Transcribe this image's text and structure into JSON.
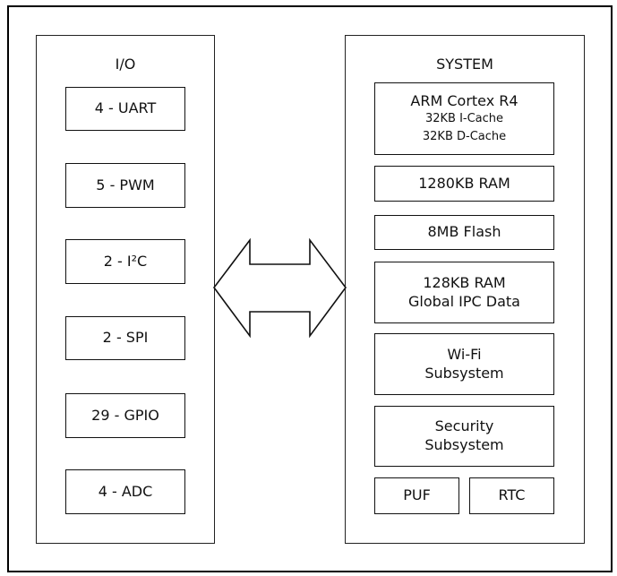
{
  "io": {
    "title": "I/O",
    "items": [
      {
        "label": "4 - UART"
      },
      {
        "label": "5 - PWM"
      },
      {
        "label": "2 - I²C"
      },
      {
        "label": "2 - SPI"
      },
      {
        "label": "29 - GPIO"
      },
      {
        "label": "4 - ADC"
      }
    ]
  },
  "system": {
    "title": "SYSTEM",
    "cpu": {
      "name": "ARM Cortex R4",
      "icache": "32KB I-Cache",
      "dcache": "32KB D-Cache"
    },
    "ram": "1280KB RAM",
    "flash": "8MB Flash",
    "ipc": {
      "line1": "128KB RAM",
      "line2": "Global IPC Data"
    },
    "wifi": {
      "line1": "Wi-Fi",
      "line2": "Subsystem"
    },
    "security": {
      "line1": "Security",
      "line2": "Subsystem"
    },
    "puf": "PUF",
    "rtc": "RTC"
  },
  "connector": {
    "type": "bidirectional-arrow",
    "from": "I/O",
    "to": "SYSTEM"
  }
}
